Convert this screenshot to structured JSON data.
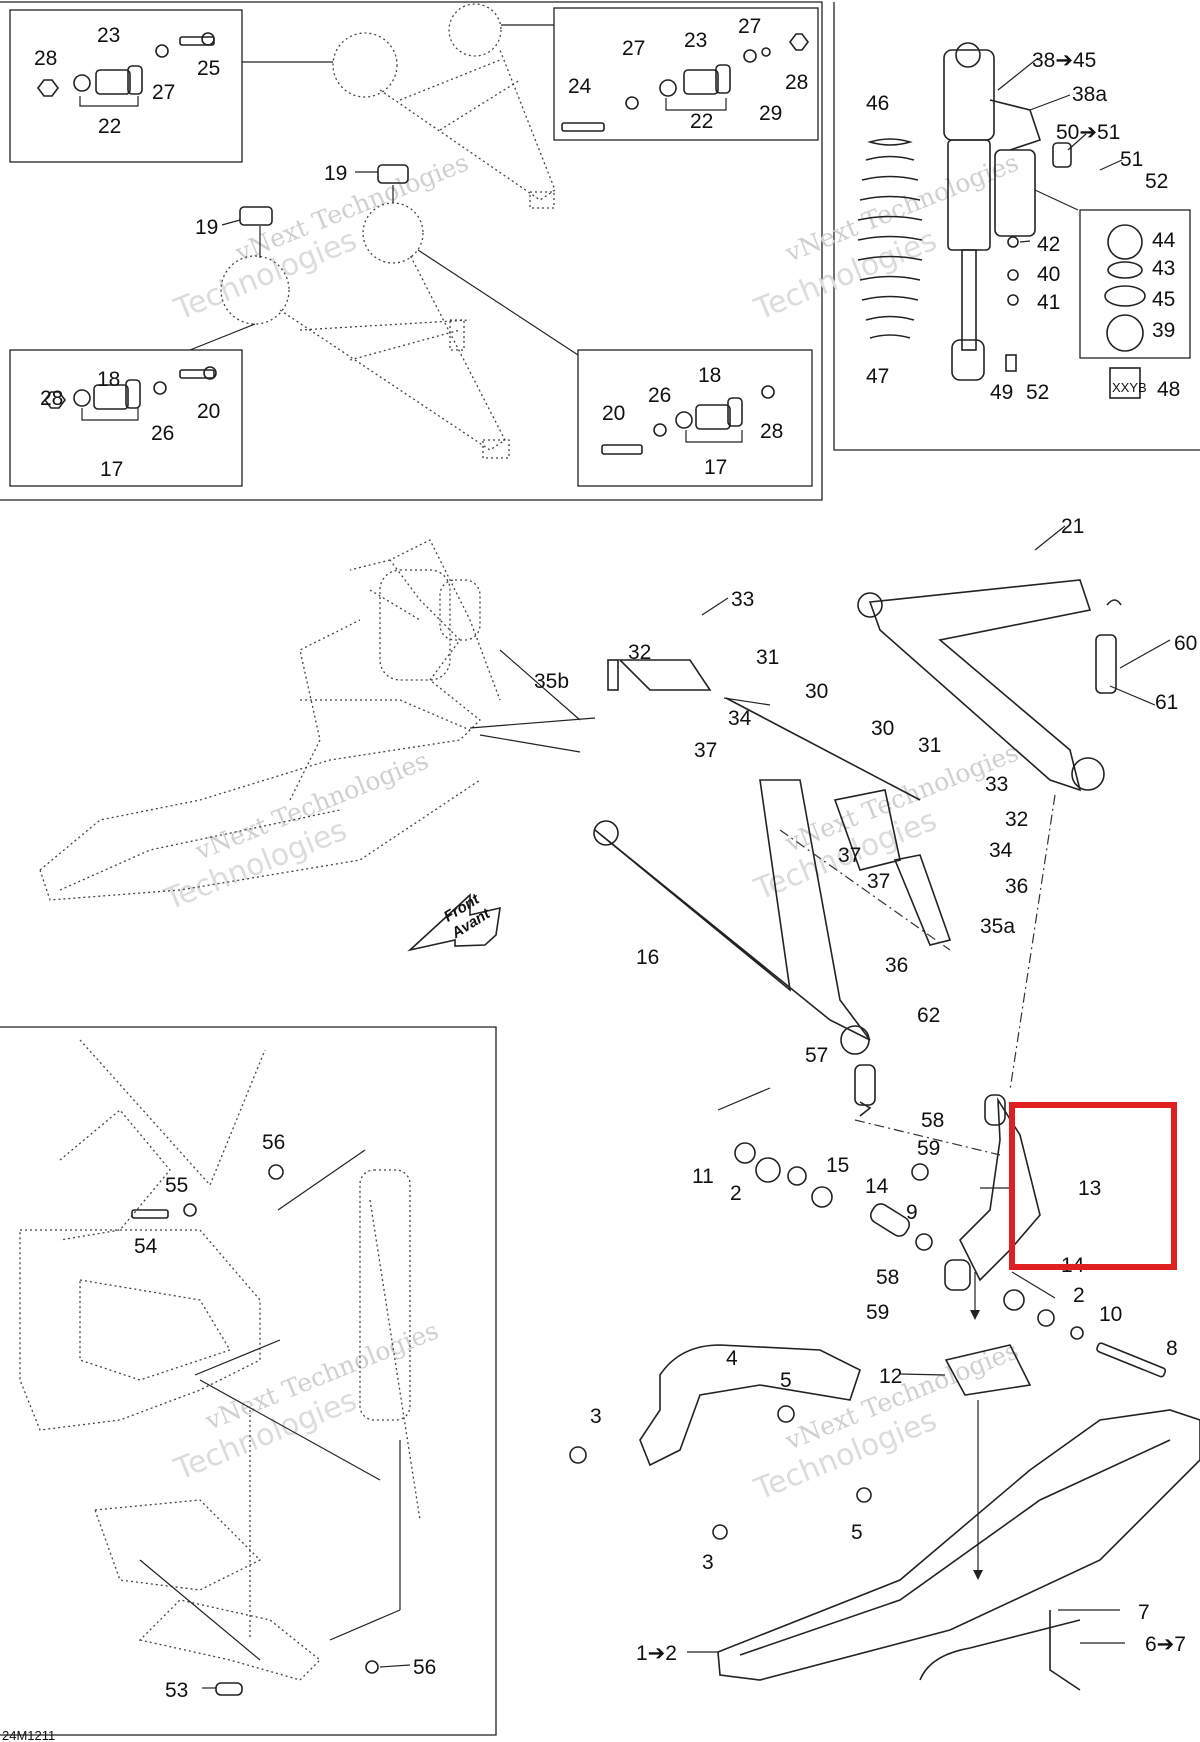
{
  "figure_code": "24M1211",
  "watermark": {
    "line1": "vNext Technologies",
    "line2": "Technologies"
  },
  "direction_arrow": {
    "front": "Front",
    "avant": "Avant"
  },
  "highlight_color": "#e02020",
  "labels": [
    {
      "id": "l-23a",
      "text": "23"
    },
    {
      "id": "l-28a",
      "text": "28"
    },
    {
      "id": "l-27a",
      "text": "27"
    },
    {
      "id": "l-25",
      "text": "25"
    },
    {
      "id": "l-22a",
      "text": "22"
    },
    {
      "id": "l-27b",
      "text": "27"
    },
    {
      "id": "l-23b",
      "text": "23"
    },
    {
      "id": "l-27c",
      "text": "27"
    },
    {
      "id": "l-24",
      "text": "24"
    },
    {
      "id": "l-28b",
      "text": "28"
    },
    {
      "id": "l-22b",
      "text": "22"
    },
    {
      "id": "l-29",
      "text": "29"
    },
    {
      "id": "l-19a",
      "text": "19"
    },
    {
      "id": "l-19b",
      "text": "19"
    },
    {
      "id": "l-18a",
      "text": "18"
    },
    {
      "id": "l-28c",
      "text": "28"
    },
    {
      "id": "l-20a",
      "text": "20"
    },
    {
      "id": "l-26a",
      "text": "26"
    },
    {
      "id": "l-17a",
      "text": "17"
    },
    {
      "id": "l-18b",
      "text": "18"
    },
    {
      "id": "l-26b",
      "text": "26"
    },
    {
      "id": "l-20b",
      "text": "20"
    },
    {
      "id": "l-28d",
      "text": "28"
    },
    {
      "id": "l-17b",
      "text": "17"
    },
    {
      "id": "l-38",
      "text": "38➔45"
    },
    {
      "id": "l-38a",
      "text": "38a"
    },
    {
      "id": "l-46",
      "text": "46"
    },
    {
      "id": "l-50",
      "text": "50➔51"
    },
    {
      "id": "l-51",
      "text": "51"
    },
    {
      "id": "l-52a",
      "text": "52"
    },
    {
      "id": "l-42",
      "text": "42"
    },
    {
      "id": "l-40",
      "text": "40"
    },
    {
      "id": "l-41",
      "text": "41"
    },
    {
      "id": "l-44",
      "text": "44"
    },
    {
      "id": "l-43",
      "text": "43"
    },
    {
      "id": "l-45",
      "text": "45"
    },
    {
      "id": "l-39",
      "text": "39"
    },
    {
      "id": "l-47",
      "text": "47"
    },
    {
      "id": "l-49",
      "text": "49"
    },
    {
      "id": "l-52b",
      "text": "52"
    },
    {
      "id": "l-48",
      "text": "48"
    },
    {
      "id": "l-21",
      "text": "21"
    },
    {
      "id": "l-60",
      "text": "60"
    },
    {
      "id": "l-61",
      "text": "61"
    },
    {
      "id": "l-33a",
      "text": "33"
    },
    {
      "id": "l-32a",
      "text": "32"
    },
    {
      "id": "l-31a",
      "text": "31"
    },
    {
      "id": "l-35b",
      "text": "35b"
    },
    {
      "id": "l-30a",
      "text": "30"
    },
    {
      "id": "l-34a",
      "text": "34"
    },
    {
      "id": "l-37a",
      "text": "37"
    },
    {
      "id": "l-30b",
      "text": "30"
    },
    {
      "id": "l-31b",
      "text": "31"
    },
    {
      "id": "l-33b",
      "text": "33"
    },
    {
      "id": "l-32b",
      "text": "32"
    },
    {
      "id": "l-37b",
      "text": "37"
    },
    {
      "id": "l-34b",
      "text": "34"
    },
    {
      "id": "l-37c",
      "text": "37"
    },
    {
      "id": "l-36a",
      "text": "36"
    },
    {
      "id": "l-35a",
      "text": "35a"
    },
    {
      "id": "l-16",
      "text": "16"
    },
    {
      "id": "l-36b",
      "text": "36"
    },
    {
      "id": "l-62",
      "text": "62"
    },
    {
      "id": "l-57",
      "text": "57"
    },
    {
      "id": "l-58a",
      "text": "58"
    },
    {
      "id": "l-59a",
      "text": "59"
    },
    {
      "id": "l-11",
      "text": "11"
    },
    {
      "id": "l-15",
      "text": "15"
    },
    {
      "id": "l-2a",
      "text": "2"
    },
    {
      "id": "l-14a",
      "text": "14"
    },
    {
      "id": "l-13",
      "text": "13"
    },
    {
      "id": "l-9",
      "text": "9"
    },
    {
      "id": "l-14b",
      "text": "14"
    },
    {
      "id": "l-58b",
      "text": "58"
    },
    {
      "id": "l-59b",
      "text": "59"
    },
    {
      "id": "l-2b",
      "text": "2"
    },
    {
      "id": "l-10",
      "text": "10"
    },
    {
      "id": "l-8",
      "text": "8"
    },
    {
      "id": "l-4",
      "text": "4"
    },
    {
      "id": "l-12",
      "text": "12"
    },
    {
      "id": "l-5a",
      "text": "5"
    },
    {
      "id": "l-3a",
      "text": "3"
    },
    {
      "id": "l-5b",
      "text": "5"
    },
    {
      "id": "l-3b",
      "text": "3"
    },
    {
      "id": "l-1",
      "text": "1➔2"
    },
    {
      "id": "l-7",
      "text": "7"
    },
    {
      "id": "l-6",
      "text": "6➔7"
    },
    {
      "id": "l-56a",
      "text": "56"
    },
    {
      "id": "l-55",
      "text": "55"
    },
    {
      "id": "l-54",
      "text": "54"
    },
    {
      "id": "l-53",
      "text": "53"
    },
    {
      "id": "l-56b",
      "text": "56"
    }
  ]
}
